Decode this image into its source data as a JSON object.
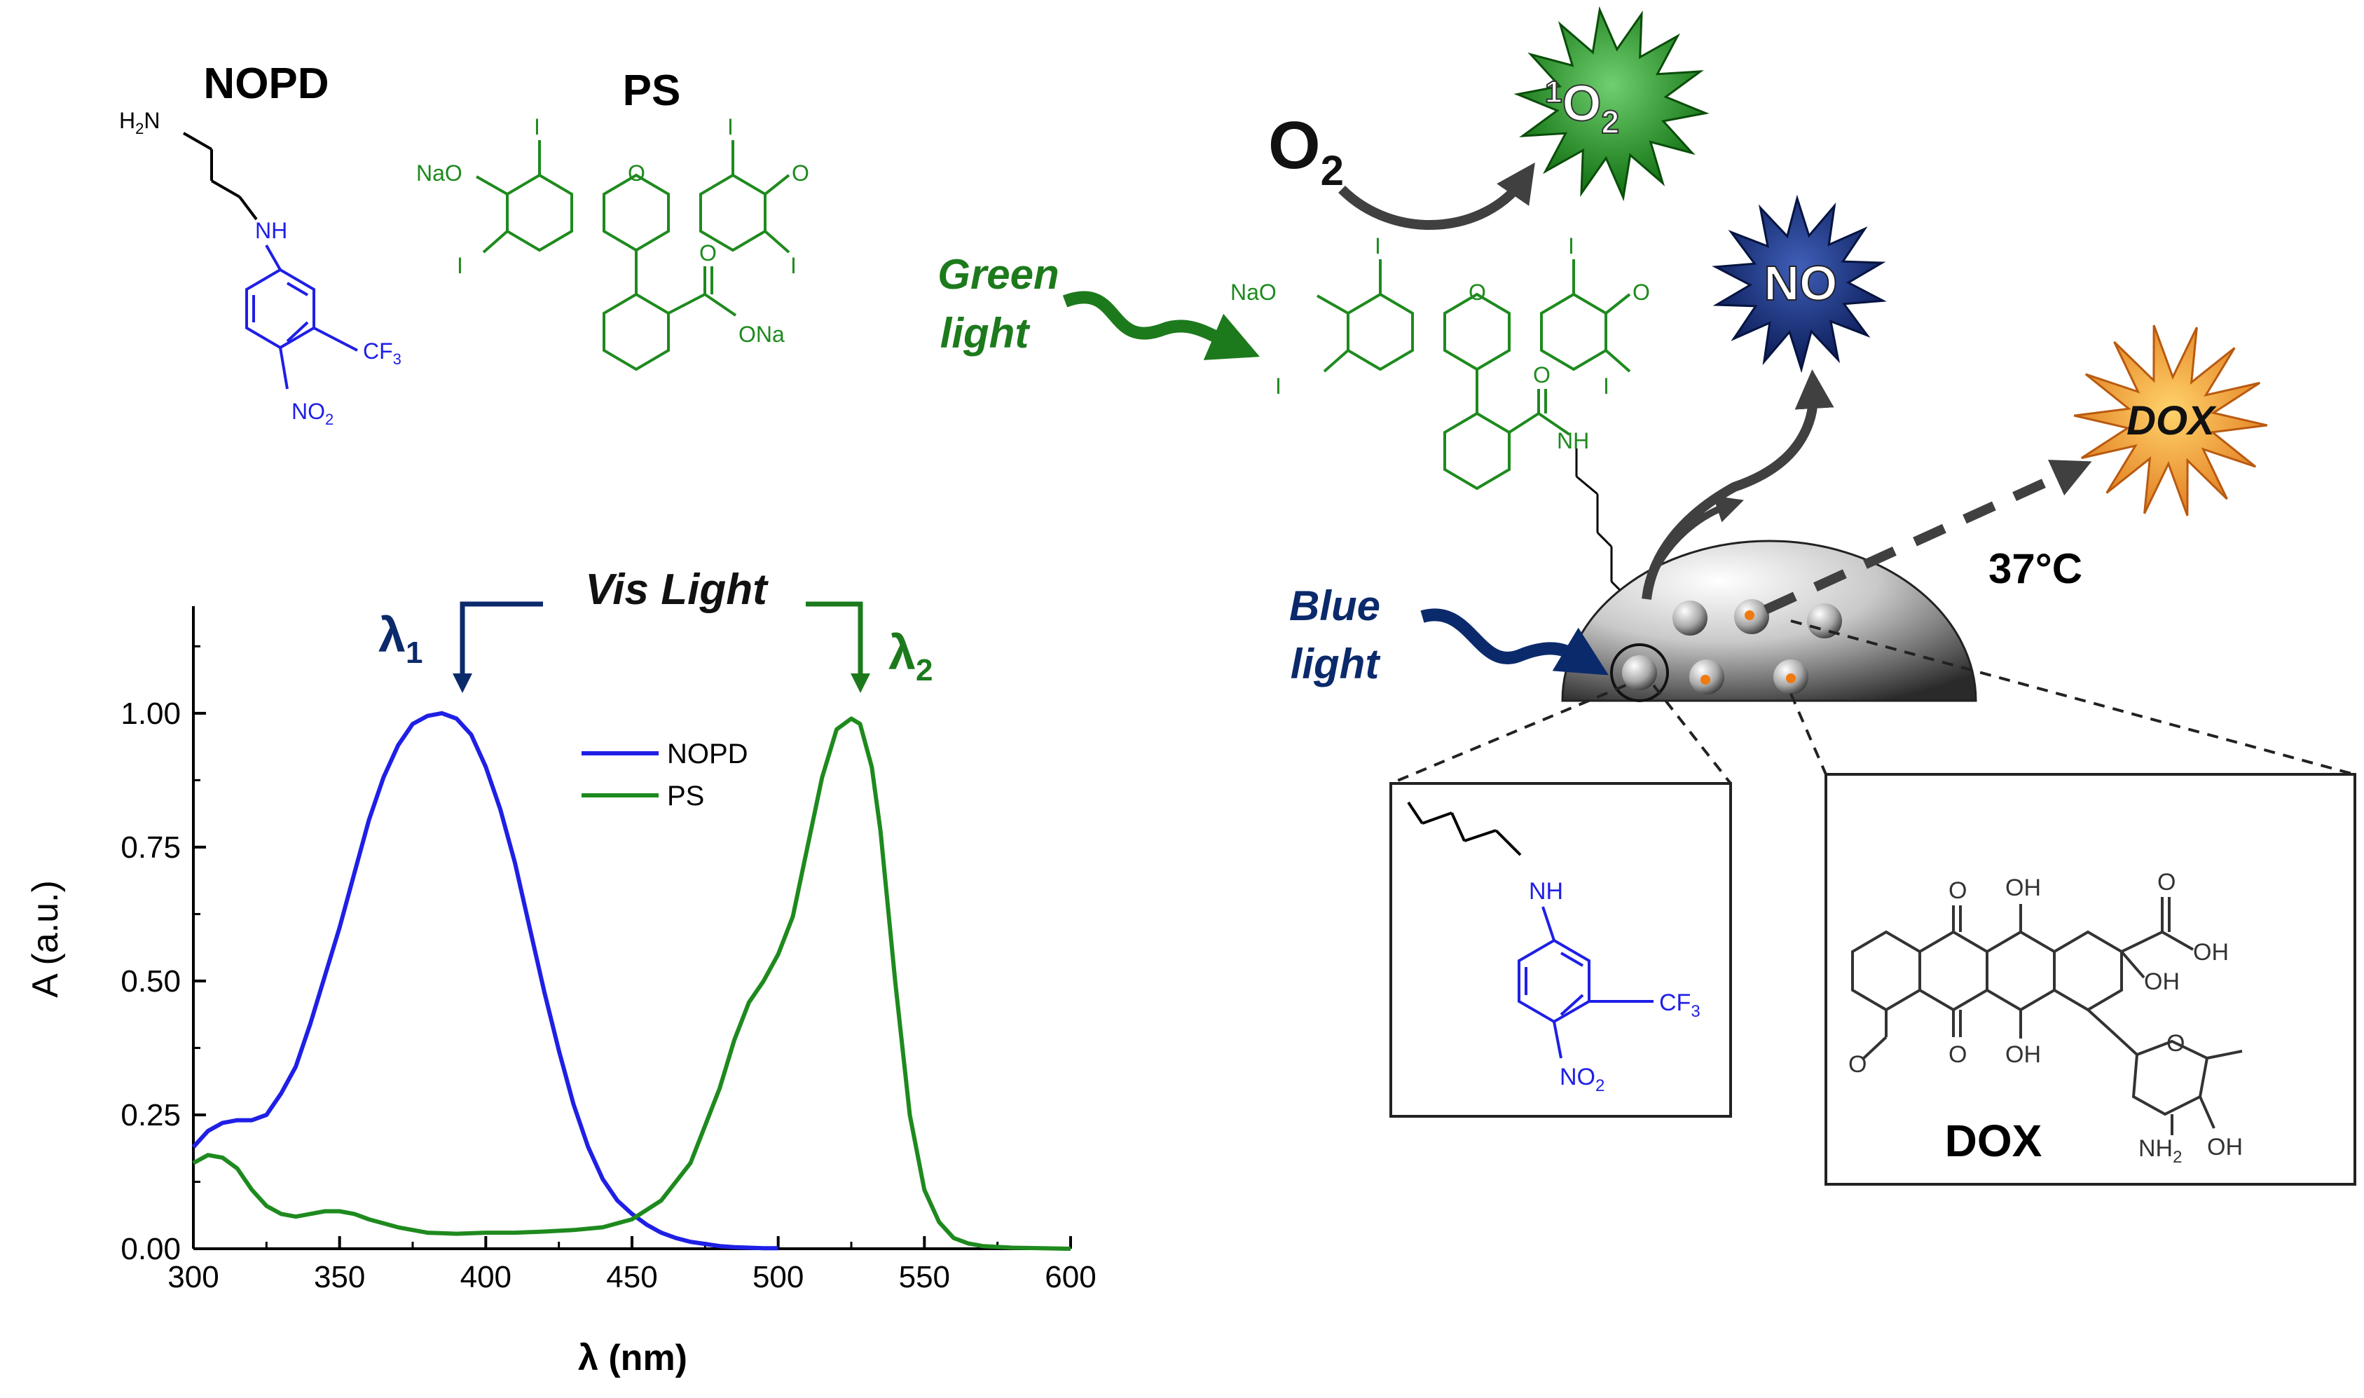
{
  "colors": {
    "nopd": "#1f1fe6",
    "ps": "#1e8a1e",
    "blue_label": "#0b2a6b",
    "green_label": "#1c7a1c",
    "arrow": "#404040",
    "singlet_star": "#1f8f1f",
    "no_star": "#14286e",
    "dox_star": "#f08c1e"
  },
  "labels": {
    "nopd_title": "NOPD",
    "ps_title": "PS",
    "dox_title": "DOX",
    "green_light_1": "Green",
    "green_light_2": "light",
    "blue_light_1": "Blue",
    "blue_light_2": "light",
    "vis_light": "Vis Light",
    "lambda1_main": "λ",
    "lambda1_sub": "1",
    "lambda2_main": "λ",
    "lambda2_sub": "2",
    "o2_main": "O",
    "o2_sub": "2",
    "singlet_sup": "1",
    "singlet_main": "O",
    "singlet_sub": "2",
    "no_label": "NO",
    "dox_star_label": "DOX",
    "temperature": "37°C"
  },
  "chem": {
    "h2n_main": "H",
    "h2n_sub": "2",
    "h2n_n": "N",
    "nh": "NH",
    "cf3_main": "CF",
    "cf3_sub": "3",
    "no2_main": "NO",
    "no2_sub": "2",
    "nao": "NaO",
    "o": "O",
    "i": "I",
    "ona": "ONa",
    "oh": "OH",
    "nh2_main": "NH",
    "nh2_sub": "2"
  },
  "chart_data": {
    "type": "line",
    "xlabel": "λ (nm)",
    "ylabel": "A (a.u.)",
    "xlim": [
      300,
      600
    ],
    "ylim": [
      0,
      1.2
    ],
    "x_ticks": [
      300,
      350,
      400,
      450,
      500,
      550,
      600
    ],
    "x_tick_labels": [
      "300",
      "350",
      "400",
      "450",
      "500",
      "550",
      "600"
    ],
    "y_ticks": [
      0,
      0.25,
      0.5,
      0.75,
      1.0
    ],
    "y_tick_labels": [
      "0.00",
      "0.25",
      "0.50",
      "0.75",
      "1.00"
    ],
    "legend_position": "top-right",
    "series": [
      {
        "name": "NOPD",
        "x": [
          300,
          305,
          310,
          315,
          320,
          325,
          330,
          335,
          340,
          345,
          350,
          355,
          360,
          365,
          370,
          375,
          380,
          385,
          390,
          395,
          400,
          405,
          410,
          415,
          420,
          425,
          430,
          435,
          440,
          445,
          450,
          455,
          460,
          465,
          470,
          475,
          480,
          485,
          490,
          495,
          500
        ],
        "values": [
          0.19,
          0.22,
          0.235,
          0.24,
          0.24,
          0.25,
          0.29,
          0.34,
          0.42,
          0.51,
          0.6,
          0.7,
          0.8,
          0.88,
          0.94,
          0.98,
          0.995,
          1.0,
          0.99,
          0.96,
          0.9,
          0.82,
          0.72,
          0.6,
          0.48,
          0.37,
          0.27,
          0.19,
          0.13,
          0.09,
          0.065,
          0.045,
          0.03,
          0.02,
          0.013,
          0.009,
          0.005,
          0.003,
          0.002,
          0.001,
          0.001
        ]
      },
      {
        "name": "PS",
        "x": [
          300,
          305,
          310,
          315,
          320,
          325,
          330,
          335,
          340,
          345,
          350,
          355,
          360,
          370,
          380,
          390,
          400,
          410,
          420,
          430,
          440,
          450,
          460,
          470,
          480,
          485,
          490,
          495,
          500,
          505,
          510,
          515,
          520,
          525,
          528,
          532,
          535,
          540,
          545,
          550,
          555,
          560,
          565,
          570,
          580,
          590,
          600
        ],
        "values": [
          0.16,
          0.175,
          0.17,
          0.15,
          0.11,
          0.08,
          0.065,
          0.06,
          0.065,
          0.07,
          0.07,
          0.065,
          0.055,
          0.04,
          0.03,
          0.028,
          0.03,
          0.03,
          0.032,
          0.035,
          0.04,
          0.055,
          0.09,
          0.16,
          0.3,
          0.39,
          0.46,
          0.5,
          0.55,
          0.62,
          0.75,
          0.88,
          0.97,
          0.99,
          0.98,
          0.9,
          0.78,
          0.5,
          0.25,
          0.11,
          0.05,
          0.02,
          0.01,
          0.005,
          0.002,
          0.001,
          0.0
        ]
      }
    ]
  }
}
